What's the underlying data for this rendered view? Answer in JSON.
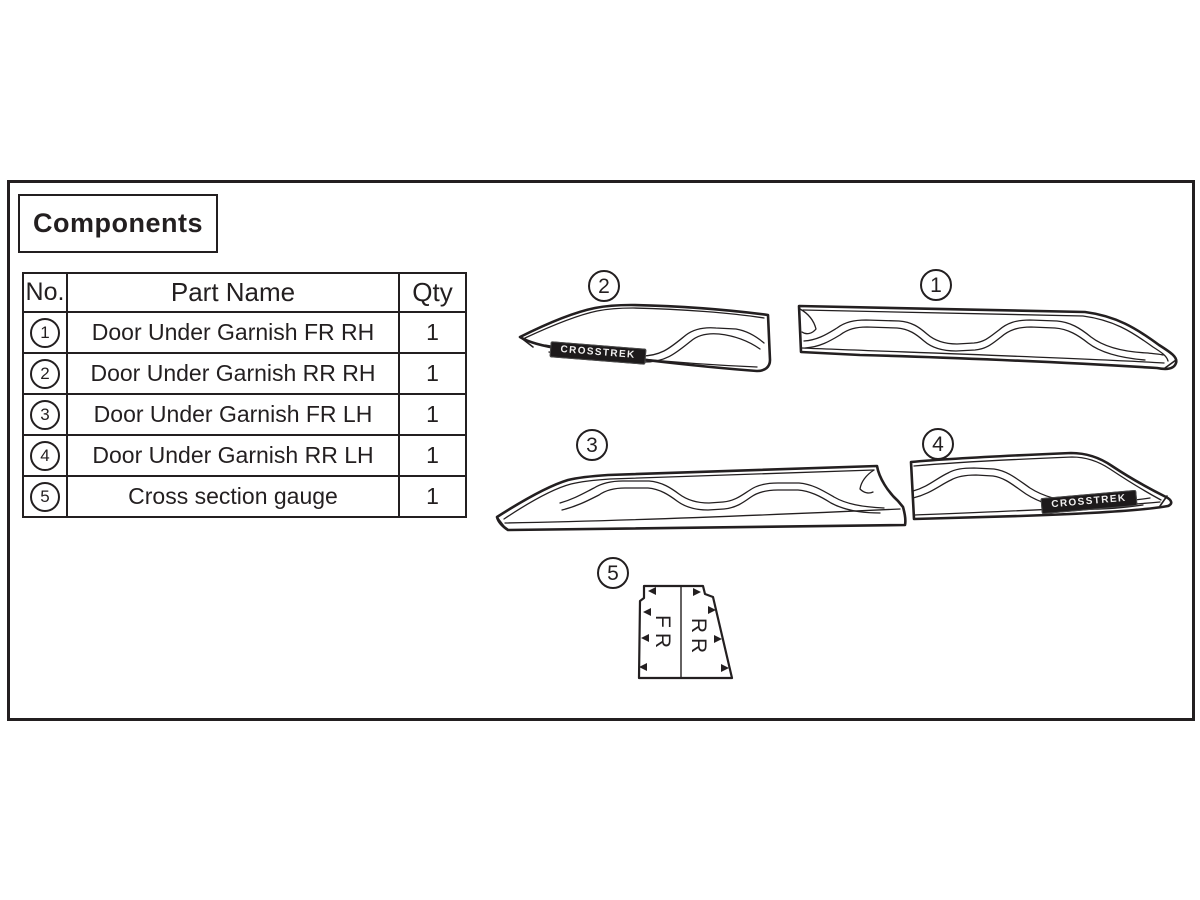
{
  "page": {
    "title_box": "Components"
  },
  "parts_table": {
    "headers": {
      "no": "No.",
      "part_name": "Part Name",
      "qty": "Qty"
    },
    "rows": [
      {
        "no": "1",
        "part_name": "Door Under Garnish FR RH",
        "qty": "1"
      },
      {
        "no": "2",
        "part_name": "Door Under Garnish RR RH",
        "qty": "1"
      },
      {
        "no": "3",
        "part_name": "Door Under Garnish FR LH",
        "qty": "1"
      },
      {
        "no": "4",
        "part_name": "Door Under Garnish RR LH",
        "qty": "1"
      },
      {
        "no": "5",
        "part_name": "Cross section gauge",
        "qty": "1"
      }
    ]
  },
  "diagram": {
    "callouts": {
      "part1": "1",
      "part2": "2",
      "part3": "3",
      "part4": "4",
      "part5": "5"
    },
    "logo_text": "CROSSTREK",
    "gauge": {
      "front": "FR",
      "rear": "RR"
    }
  },
  "colors": {
    "ink": "#231f20",
    "background": "#ffffff",
    "logo_bg": "#1d1a1b",
    "logo_fg": "#f0efef"
  }
}
